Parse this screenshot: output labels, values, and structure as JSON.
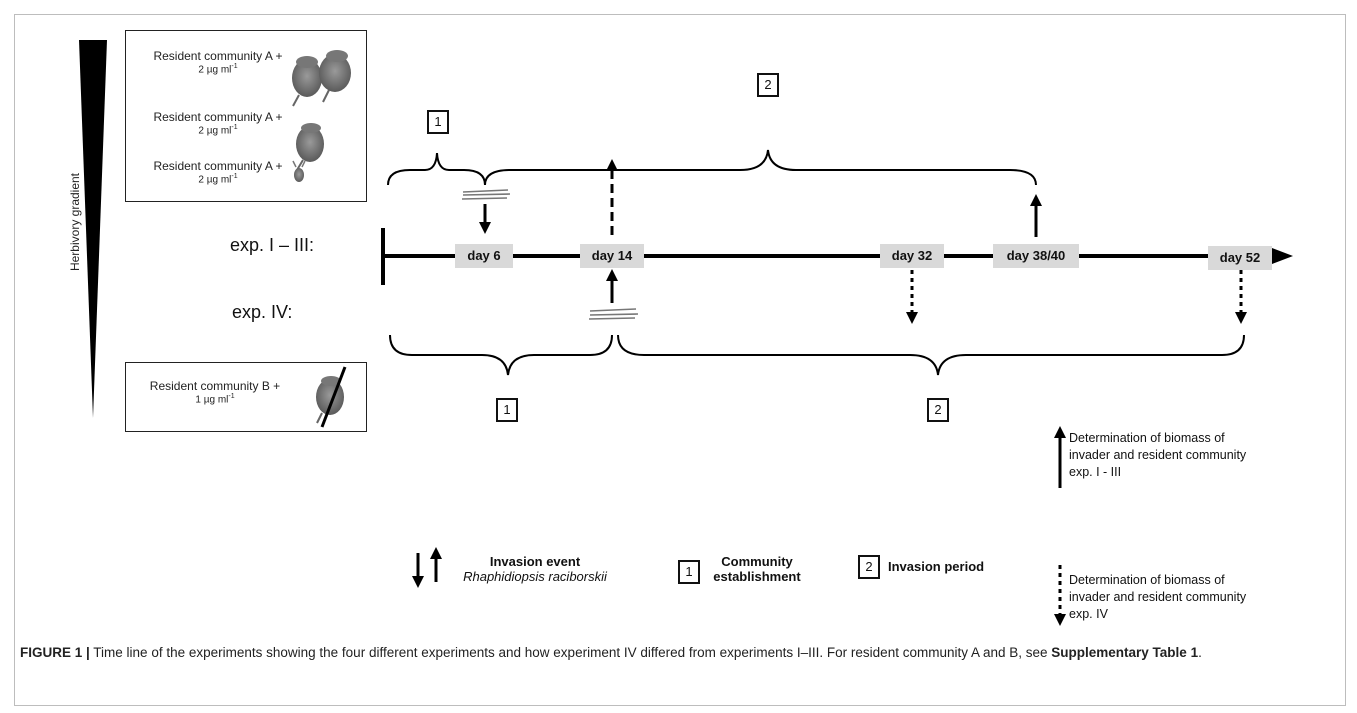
{
  "gradient_label": "Herbivory gradient",
  "community_box_a": [
    {
      "text": "Resident community A +",
      "conc": "2 µg ml",
      "sup": "-1"
    },
    {
      "text": "Resident community A +",
      "conc": "2 µg ml",
      "sup": "-1"
    },
    {
      "text": "Resident community A +",
      "conc": "2 µg ml",
      "sup": "-1"
    }
  ],
  "community_box_b": {
    "text": "Resident community B +",
    "conc": "1 µg ml",
    "sup": "-1"
  },
  "exp_rows": {
    "top": "exp. I – III:",
    "bottom": "exp. IV:"
  },
  "days": [
    "day 6",
    "day 14",
    "day 32",
    "day 38/40",
    "day 52"
  ],
  "phase_labels": {
    "establishment": "1",
    "invasion": "2"
  },
  "legend": {
    "invasion_event": "Invasion event",
    "invader_species": "Rhaphidiopsis raciborskii",
    "box1_number": "1",
    "box1_label_line1": "Community",
    "box1_label_line2": "establishment",
    "box2_number": "2",
    "box2_label": "Invasion period",
    "solid_arrow_lines": [
      "Determination of biomass of",
      "invader and resident community",
      "exp. I - III"
    ],
    "dotted_arrow_lines": [
      "Determination of biomass of",
      "invader and resident community",
      "exp. IV"
    ]
  },
  "caption": {
    "figure_label": "FIGURE 1 |",
    "text": " Time line of the experiments showing the four different experiments and how experiment IV differed from experiments I–III. For resident community A and B, see ",
    "reference": "Supplementary Table 1",
    "end": "."
  }
}
